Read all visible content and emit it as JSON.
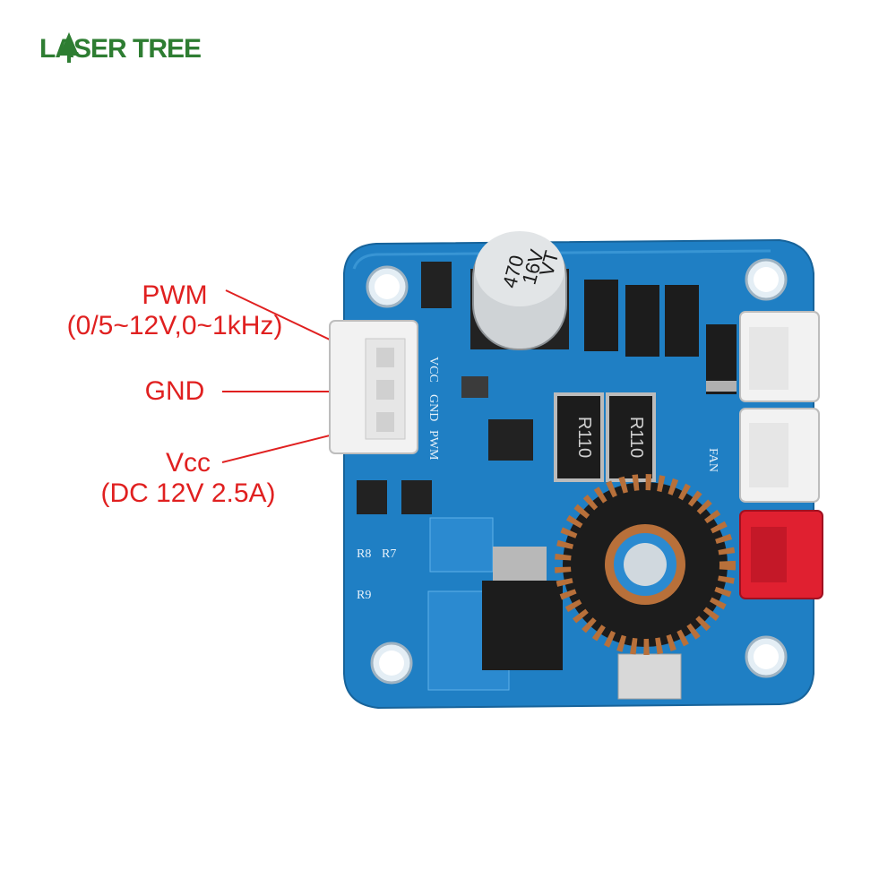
{
  "logo": {
    "text": "LASER TREE",
    "color": "#2e7d32"
  },
  "labels": {
    "pwm": {
      "line1": "PWM",
      "line2": "(0/5~12V,0~1kHz)"
    },
    "gnd": {
      "line1": "GND"
    },
    "vcc": {
      "line1": "Vcc",
      "line2": "(DC 12V 2.5A)"
    }
  },
  "board": {
    "pcb_color": "#1f7fc4",
    "capacitor": {
      "line1": "470",
      "line2": "16V",
      "line3": "VT"
    },
    "resistors": [
      "R110",
      "R110"
    ],
    "silk": {
      "vcc": "VCC",
      "gnd": "GND",
      "pwm": "PWM",
      "r8": "R8",
      "r7": "R7",
      "r9": "R9",
      "fan": "FAN"
    }
  },
  "colors": {
    "label": "#e02020",
    "connector": "#f2f2f2",
    "connector_red": "#e02030",
    "copper": "#b8703a"
  }
}
